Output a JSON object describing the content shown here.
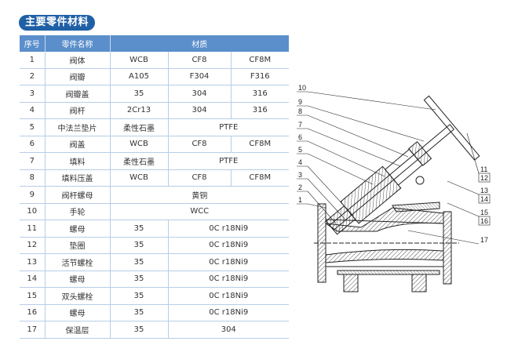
{
  "title": "主要零件材料",
  "table": {
    "headers": {
      "no": "序号",
      "name": "零件名称",
      "material": "材质"
    },
    "rows": [
      {
        "no": "1",
        "name": "阀体",
        "m": [
          "WCB",
          "CF8",
          "CF8M"
        ]
      },
      {
        "no": "2",
        "name": "阀瓣",
        "m": [
          "A105",
          "F304",
          "F316"
        ]
      },
      {
        "no": "3",
        "name": "阀瓣盖",
        "m": [
          "35",
          "304",
          "316"
        ]
      },
      {
        "no": "4",
        "name": "阀杆",
        "m": [
          "2Cr13",
          "304",
          "316"
        ]
      },
      {
        "no": "5",
        "name": "中法兰垫片",
        "m": [
          "柔性石墨",
          "PTFE"
        ]
      },
      {
        "no": "6",
        "name": "阀盖",
        "m": [
          "WCB",
          "CF8",
          "CF8M"
        ]
      },
      {
        "no": "7",
        "name": "填料",
        "m": [
          "柔性石墨",
          "PTFE"
        ]
      },
      {
        "no": "8",
        "name": "填料压盖",
        "m": [
          "WCB",
          "CF8",
          "CF8M"
        ]
      },
      {
        "no": "9",
        "name": "阀杆螺母",
        "m": [
          "黄铜"
        ]
      },
      {
        "no": "10",
        "name": "手轮",
        "m": [
          "WCC"
        ]
      },
      {
        "no": "11",
        "name": "螺母",
        "m": [
          "35",
          "0C r18Ni9"
        ]
      },
      {
        "no": "12",
        "name": "垫圈",
        "m": [
          "35",
          "0C r18Ni9"
        ]
      },
      {
        "no": "13",
        "name": "活节螺栓",
        "m": [
          "35",
          "0C r18Ni9"
        ]
      },
      {
        "no": "14",
        "name": "螺母",
        "m": [
          "35",
          "0C r18Ni9"
        ]
      },
      {
        "no": "15",
        "name": "双头螺栓",
        "m": [
          "35",
          "0C r18Ni9"
        ]
      },
      {
        "no": "16",
        "name": "螺母",
        "m": [
          "35",
          "0C r18Ni9"
        ]
      },
      {
        "no": "17",
        "name": "保温层",
        "m": [
          "35",
          "304"
        ]
      }
    ]
  },
  "diagram": {
    "left_labels": [
      "10",
      "9",
      "8",
      "7",
      "6",
      "5",
      "4",
      "3",
      "2",
      "1"
    ],
    "right_labels": [
      "11",
      "12",
      "13",
      "14",
      "15",
      "16",
      "17"
    ]
  },
  "colors": {
    "title_bg": "#1f5fa6",
    "header_bg": "#5b8fcb",
    "grid": "#b7cde8"
  }
}
